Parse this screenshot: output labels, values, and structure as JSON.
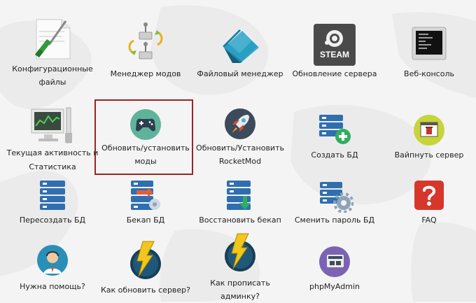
{
  "tiles": [
    {
      "id": "config",
      "label": [
        "Конфигурационные",
        "файлы"
      ],
      "icon": "config-file-screwdriver-icon"
    },
    {
      "id": "mods-manager",
      "label": [
        "Менеджер модов"
      ],
      "icon": "mod-manager-icon"
    },
    {
      "id": "file-manager",
      "label": [
        "Файловый менеджер"
      ],
      "icon": "file-manager-icon"
    },
    {
      "id": "update-server",
      "label": [
        "Обновление сервера"
      ],
      "icon": "steam-icon",
      "icon_text": "STEAM"
    },
    {
      "id": "web-console",
      "label": [
        "Веб-консоль"
      ],
      "icon": "web-console-icon"
    },
    {
      "id": "activity",
      "label": [
        "Текущая активность и",
        "Статистика"
      ],
      "icon": "activity-monitor-icon"
    },
    {
      "id": "update-mods",
      "label": [
        "Обновить/установить",
        "моды"
      ],
      "icon": "gamepad-icon",
      "selected": true
    },
    {
      "id": "rocketmod",
      "label": [
        "Обновить/Установить",
        "RocketMod"
      ],
      "icon": "rocket-icon"
    },
    {
      "id": "create-db",
      "label": [
        "Создать БД"
      ],
      "icon": "database-add-icon"
    },
    {
      "id": "wipe",
      "label": [
        "Вайпнуть сервер"
      ],
      "icon": "trash-window-icon"
    },
    {
      "id": "recreate-db",
      "label": [
        "Пересоздать БД"
      ],
      "icon": "database-icon"
    },
    {
      "id": "backup-db",
      "label": [
        "Бекап БД"
      ],
      "icon": "database-backup-icon"
    },
    {
      "id": "restore-backup",
      "label": [
        "Восстановить бекап"
      ],
      "icon": "database-restore-icon"
    },
    {
      "id": "change-db-pass",
      "label": [
        "Сменить пароль БД"
      ],
      "icon": "database-gear-icon"
    },
    {
      "id": "faq",
      "label": [
        "FAQ"
      ],
      "icon": "question-icon"
    },
    {
      "id": "help",
      "label": [
        "Нужна помощь?"
      ],
      "icon": "support-agent-icon"
    },
    {
      "id": "how-update",
      "label": [
        "Как обновить сервер?"
      ],
      "icon": "lightning-disc-icon"
    },
    {
      "id": "how-admin",
      "label": [
        "Как прописать",
        "админку?"
      ],
      "icon": "lightning-disc-icon"
    },
    {
      "id": "phpmyadmin",
      "label": [
        "phpMyAdmin"
      ],
      "icon": "phpmyadmin-icon"
    }
  ],
  "colors": {
    "selection_border": "#9b2424",
    "db_blue": "#2f6fb0",
    "green": "#2fae60",
    "faq_red": "#d7372b",
    "gamepad_bg": "#5fb39a"
  }
}
